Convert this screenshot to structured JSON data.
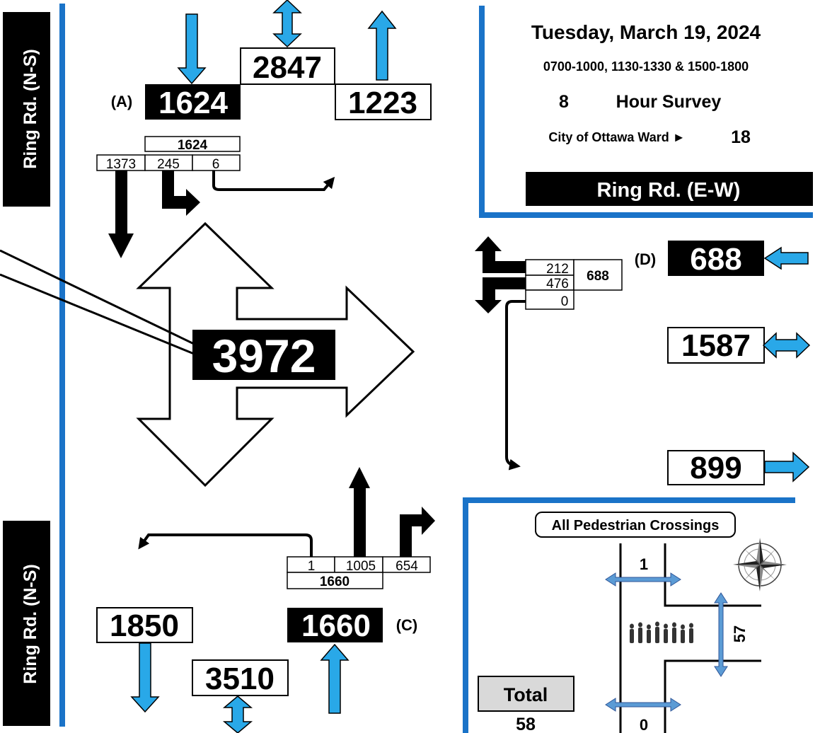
{
  "header": {
    "date": "Tuesday, March 19, 2024",
    "periods": "0700-1000, 1130-1330 & 1500-1800",
    "survey_hours": "8",
    "survey_label": "Hour Survey",
    "ward_label": "City of Ottawa Ward ►",
    "ward_number": "18"
  },
  "streets": {
    "ns_top": "Ring Rd. (N-S)",
    "ns_bottom": "Ring Rd. (N-S)",
    "ew": "Ring Rd. (E-W)"
  },
  "intersection_total": "3972",
  "north": {
    "leg": "(A)",
    "approach": "1624",
    "leg_total": "2847",
    "departure": "1223",
    "movement_total": "1624",
    "movements": [
      "1373",
      "245",
      "6"
    ]
  },
  "east": {
    "leg": "(D)",
    "approach": "688",
    "leg_total": "1587",
    "departure": "899",
    "movement_total": "688",
    "movements": [
      "212",
      "476",
      "0"
    ]
  },
  "south": {
    "leg": "(C)",
    "approach": "1660",
    "leg_total": "3510",
    "departure": "1850",
    "movement_total": "1660",
    "movements": [
      "1",
      "1005",
      "654"
    ]
  },
  "pedestrians": {
    "title": "All Pedestrian Crossings",
    "north_crossing": "1",
    "east_crossing": "57",
    "south_crossing": "0",
    "total_label": "Total",
    "total_value": "58"
  },
  "colors": {
    "road_blue": "#1a73c8",
    "arrow_blue": "#29a8e8",
    "black": "#000000",
    "total_gray": "#d9d9d9"
  },
  "icons": [
    "compass-rose-icon",
    "pedestrians-icon"
  ]
}
